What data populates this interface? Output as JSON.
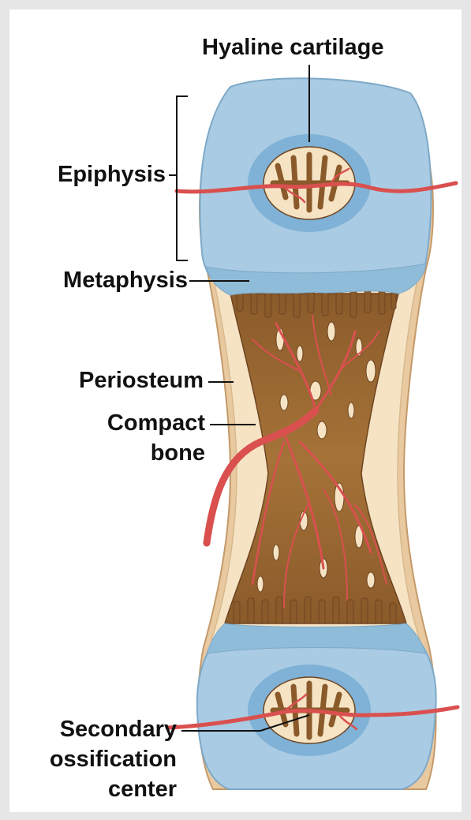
{
  "labels": {
    "hyaline_cartilage": "Hyaline cartilage",
    "epiphysis": "Epiphysis",
    "metaphysis": "Metaphysis",
    "periosteum": "Periosteum",
    "compact_line1": "Compact",
    "compact_line2": "bone",
    "secondary_line1": "Secondary",
    "secondary_line2": "ossification",
    "secondary_line3": "center"
  },
  "colors": {
    "cartilage": "#a9cbe3",
    "cartilage_inner": "#7fb2d6",
    "periosteum": "#e9c9a0",
    "compact_bone": "#f5e3c4",
    "spongy_bone": "#a0703a",
    "vessel": "#d9504f"
  }
}
